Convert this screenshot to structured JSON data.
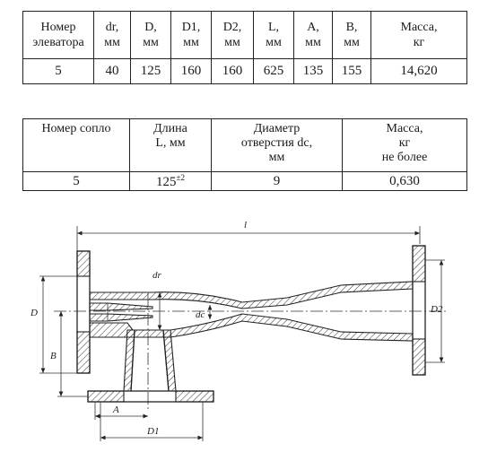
{
  "elevator_table": {
    "headers": [
      {
        "line1": "Номер",
        "line2": "элеватора"
      },
      {
        "line1": "dr,",
        "line2": "мм"
      },
      {
        "line1": "D,",
        "line2": "мм"
      },
      {
        "line1": "D1,",
        "line2": "мм"
      },
      {
        "line1": "D2,",
        "line2": "мм"
      },
      {
        "line1": "L,",
        "line2": "мм"
      },
      {
        "line1": "A,",
        "line2": "мм"
      },
      {
        "line1": "B,",
        "line2": "мм"
      },
      {
        "line1": "Масса,",
        "line2": "кг"
      }
    ],
    "row": [
      "5",
      "40",
      "125",
      "160",
      "160",
      "625",
      "135",
      "155",
      "14,620"
    ]
  },
  "nozzle_table": {
    "headers": [
      {
        "lines": [
          "Номер сопло"
        ]
      },
      {
        "lines": [
          "Длина",
          "L, мм"
        ]
      },
      {
        "lines": [
          "Диаметр",
          "отверстия dc,",
          "мм"
        ]
      },
      {
        "lines": [
          "Масса,",
          "кг",
          "не более"
        ]
      }
    ],
    "row": {
      "number": "5",
      "length": "125",
      "length_tol": "±2",
      "diameter": "9",
      "mass": "0,630"
    }
  },
  "drawing_labels": {
    "l": "l",
    "dr": "dr",
    "dc": "dc",
    "D": "D",
    "B": "B",
    "D2": "D2",
    "A": "A",
    "D1": "D1"
  }
}
